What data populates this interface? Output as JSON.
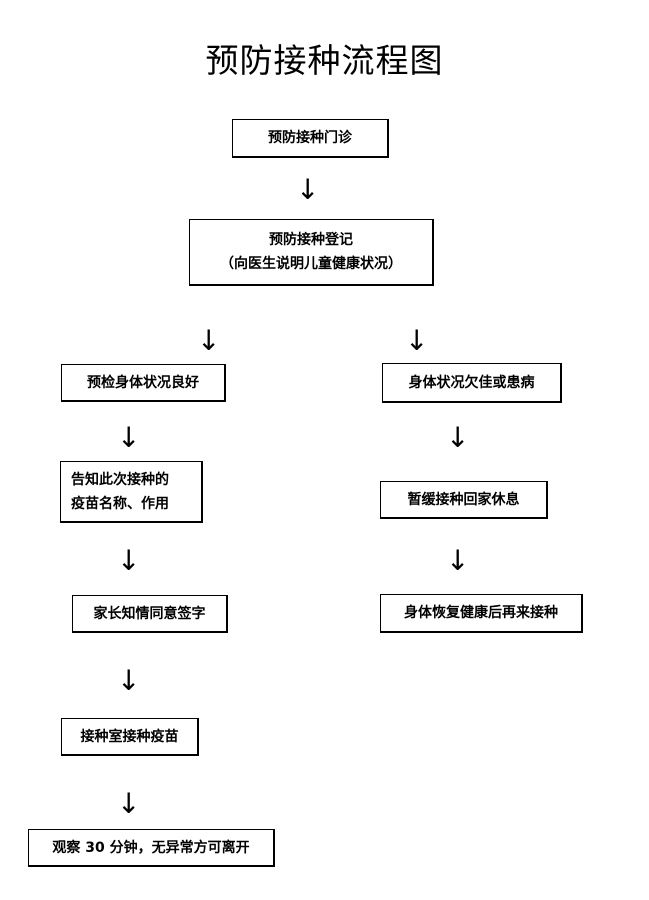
{
  "title": "预防接种流程图",
  "nodes": {
    "clinic": "预防接种门诊",
    "register_line1": "预防接种登记",
    "register_line2": "（向医生说明儿童健康状况）",
    "good_health": "预检身体状况良好",
    "poor_health": "身体状况欠佳或患病",
    "inform_line1": "告知此次接种的",
    "inform_line2": "疫苗名称、作用",
    "postpone": "暂缓接种回家休息",
    "consent": "家长知情同意签字",
    "recover": "身体恢复健康后再来接种",
    "vaccinate": "接种室接种疫苗",
    "observe": "观察 30 分钟，无异常方可离开"
  },
  "arrow_glyph": "↓"
}
